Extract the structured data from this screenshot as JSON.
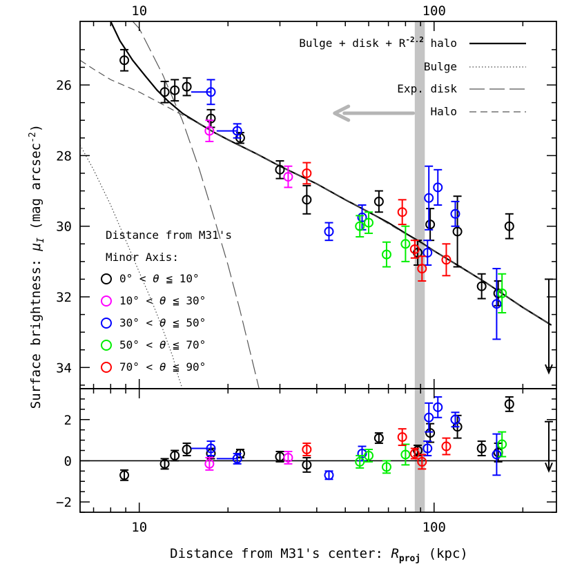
{
  "chart_data": {
    "type": "scatter",
    "xlabel_prefix": "Distance from M31's center: ",
    "xlabel_symbol": "R",
    "xlabel_sub": "proj",
    "xlabel_suffix": " (kpc)",
    "ylabel_prefix": "Surface brightness: ",
    "ylabel_symbol": "μ",
    "ylabel_sub": "I",
    "ylabel_suffix": " (mag arcsec",
    "ylabel_sup": "-2",
    "ylabel_end": ")",
    "x_scale": "log",
    "xlim": [
      6.3,
      260
    ],
    "x_tick_labels": [
      "10",
      "100"
    ],
    "top_x_tick_labels": [
      "10",
      "100"
    ],
    "main_panel": {
      "ylim_top": 24.2,
      "ylim_bottom": 34.6,
      "y_ticks": [
        26,
        28,
        30,
        32,
        34
      ],
      "y_tick_labels": [
        "26",
        "28",
        "30",
        "32",
        "34"
      ]
    },
    "residual_panel": {
      "ylim": [
        -2.5,
        3.5
      ],
      "y_ticks": [
        -2,
        0,
        2
      ],
      "y_tick_labels": [
        "−2",
        "0",
        "2"
      ],
      "zero_line": true
    },
    "shaded_band": {
      "x_from": 86,
      "x_to": 93,
      "color": "#c4c4c4"
    },
    "arrow_annotation": {
      "direction": "left",
      "x_from": 85,
      "x_to": 46,
      "y": 26.8,
      "color": "#b5b5b5"
    },
    "legend": {
      "placement": "top-right",
      "entries": [
        {
          "label_main": "Bulge + disk + R",
          "label_sup": "-2.2",
          "label_end": " halo",
          "style": "solid"
        },
        {
          "label_main": "Bulge",
          "label_sup": "",
          "label_end": "",
          "style": "dotted"
        },
        {
          "label_main": "Exp. disk",
          "label_sup": "",
          "label_end": "",
          "style": "long-dash"
        },
        {
          "label_main": "Halo",
          "label_sup": "",
          "label_end": "",
          "style": "short-dash"
        }
      ]
    },
    "group_legend": {
      "placement": "lower-left",
      "title_line1": "Distance from M31's",
      "title_line2": "Minor Axis:",
      "entries": [
        {
          "key": "g1",
          "color": "#000000",
          "lo": "0°",
          "hi": "10°"
        },
        {
          "key": "g2",
          "color": "#ff00ff",
          "lo": "10°",
          "hi": "30°"
        },
        {
          "key": "g3",
          "color": "#0000ff",
          "lo": "30°",
          "hi": "50°"
        },
        {
          "key": "g4",
          "color": "#00ee00",
          "lo": "50°",
          "hi": "70°"
        },
        {
          "key": "g5",
          "color": "#ff0000",
          "lo": "70°",
          "hi": "90°"
        }
      ],
      "operator_lt": " < ",
      "operator_le": " ≦ ",
      "theta": "θ"
    },
    "model_curves": [
      {
        "name": "total",
        "style": "solid",
        "points": [
          [
            8.0,
            24.2
          ],
          [
            8.6,
            24.75
          ],
          [
            9.5,
            25.3
          ],
          [
            10.5,
            25.75
          ],
          [
            11.5,
            26.15
          ],
          [
            12.5,
            26.45
          ],
          [
            14,
            26.8
          ],
          [
            16,
            27.1
          ],
          [
            18,
            27.35
          ],
          [
            20,
            27.55
          ],
          [
            25,
            27.95
          ],
          [
            30,
            28.3
          ],
          [
            40,
            28.8
          ],
          [
            50,
            29.25
          ],
          [
            60,
            29.6
          ],
          [
            70,
            29.9
          ],
          [
            80,
            30.2
          ],
          [
            90,
            30.45
          ],
          [
            100,
            30.7
          ],
          [
            120,
            31.1
          ],
          [
            150,
            31.6
          ],
          [
            200,
            32.3
          ],
          [
            250,
            32.8
          ]
        ]
      },
      {
        "name": "bulge",
        "style": "dotted",
        "points": [
          [
            6.3,
            27.7
          ],
          [
            7,
            28.4
          ],
          [
            8,
            29.4
          ],
          [
            9,
            30.4
          ],
          [
            10,
            31.3
          ],
          [
            11,
            32.1
          ],
          [
            12,
            32.9
          ],
          [
            13,
            33.7
          ],
          [
            13.5,
            34.2
          ],
          [
            14,
            34.6
          ]
        ]
      },
      {
        "name": "disk",
        "style": "long-dash",
        "points": [
          [
            9.5,
            24.2
          ],
          [
            10,
            24.4
          ],
          [
            12,
            25.7
          ],
          [
            14,
            27.0
          ],
          [
            16,
            28.4
          ],
          [
            18,
            29.8
          ],
          [
            20,
            31.1
          ],
          [
            22,
            32.4
          ],
          [
            24,
            33.7
          ],
          [
            25.5,
            34.6
          ]
        ]
      },
      {
        "name": "halo",
        "style": "short-dash",
        "points": [
          [
            6.3,
            25.3
          ],
          [
            7,
            25.55
          ],
          [
            8,
            25.85
          ],
          [
            10,
            26.2
          ],
          [
            12,
            26.55
          ],
          [
            14,
            26.85
          ],
          [
            16,
            27.1
          ],
          [
            18,
            27.35
          ],
          [
            20,
            27.55
          ],
          [
            25,
            27.95
          ],
          [
            30,
            28.3
          ],
          [
            40,
            28.8
          ],
          [
            60,
            29.6
          ],
          [
            100,
            30.7
          ],
          [
            150,
            31.6
          ],
          [
            200,
            32.3
          ],
          [
            250,
            32.8
          ]
        ]
      }
    ],
    "series": [
      {
        "group": "g1",
        "points": [
          {
            "x": 8.9,
            "y": 25.3,
            "err": 0.3,
            "res": -0.7,
            "res_err": 0.25
          },
          {
            "x": 12.2,
            "y": 26.2,
            "err": 0.3,
            "res": -0.15,
            "res_err": 0.25
          },
          {
            "x": 13.2,
            "y": 26.15,
            "err": 0.3,
            "res": 0.25,
            "res_err": 0.25
          },
          {
            "x": 14.5,
            "y": 26.05,
            "err": 0.25,
            "res": 0.55,
            "res_err": 0.3
          },
          {
            "x": 17.5,
            "y": 26.95,
            "err": 0.25,
            "res": 0.35,
            "res_err": 0.25
          },
          {
            "x": 22,
            "y": 27.5,
            "err": 0.15,
            "res": 0.35,
            "res_err": 0.2
          },
          {
            "x": 30,
            "y": 28.4,
            "err": 0.25,
            "res": 0.2,
            "res_err": 0.25
          },
          {
            "x": 37,
            "y": 29.25,
            "err": 0.4,
            "res": -0.2,
            "res_err": 0.35
          },
          {
            "x": 65,
            "y": 29.3,
            "err": 0.3,
            "res": 1.1,
            "res_err": 0.25
          },
          {
            "x": 88,
            "y": 30.75,
            "err": 0.35,
            "res": 0.5,
            "res_err": 0.25
          },
          {
            "x": 97,
            "y": 29.95,
            "err": 0.45,
            "res": 1.35,
            "res_err": 0.45
          },
          {
            "x": 120,
            "y": 30.15,
            "err": 1.0,
            "res": 1.65,
            "res_err": 0.55
          },
          {
            "x": 145,
            "y": 31.7,
            "err": 0.35,
            "res": 0.6,
            "res_err": 0.35
          },
          {
            "x": 165,
            "y": 31.9,
            "err": 0.35,
            "res": 0.4,
            "res_err": 0.45
          },
          {
            "x": 180,
            "y": 30.0,
            "err": 0.35,
            "res": 2.75,
            "res_err": 0.35
          }
        ]
      },
      {
        "group": "g2",
        "points": [
          {
            "x": 17.3,
            "y": 27.3,
            "err": 0.3,
            "res": -0.15,
            "res_err": 0.3
          },
          {
            "x": 32,
            "y": 28.6,
            "err": 0.3,
            "res": 0.15,
            "res_err": 0.3
          }
        ]
      },
      {
        "group": "g3",
        "points": [
          {
            "x": 17.5,
            "y": 26.2,
            "err": 0.35,
            "res": 0.6,
            "res_err": 0.35,
            "xbar_lo": 15,
            "xbar_hi": 17.5
          },
          {
            "x": 21.5,
            "y": 27.3,
            "err": 0.2,
            "res": 0.1,
            "res_err": 0.25,
            "xbar_lo": 18.3,
            "xbar_hi": 21.5
          },
          {
            "x": 44,
            "y": 30.15,
            "err": 0.25,
            "res": -0.7,
            "res_err": 0.2
          },
          {
            "x": 57,
            "y": 29.75,
            "err": 0.35,
            "res": 0.35,
            "res_err": 0.35
          },
          {
            "x": 95,
            "y": 30.75,
            "err": 0.35,
            "res": 0.6,
            "res_err": 0.35
          },
          {
            "x": 96,
            "y": 29.2,
            "err": 0.9,
            "res": 2.1,
            "res_err": 0.7
          },
          {
            "x": 103,
            "y": 28.9,
            "err": 0.5,
            "res": 2.6,
            "res_err": 0.5
          },
          {
            "x": 118,
            "y": 29.65,
            "err": 0.35,
            "res": 2.0,
            "res_err": 0.35
          },
          {
            "x": 163,
            "y": 32.2,
            "err": 1.0,
            "res": 0.3,
            "res_err": 1.0
          }
        ]
      },
      {
        "group": "g4",
        "points": [
          {
            "x": 56,
            "y": 30.0,
            "err": 0.3,
            "res": -0.05,
            "res_err": 0.3
          },
          {
            "x": 60,
            "y": 29.9,
            "err": 0.3,
            "res": 0.25,
            "res_err": 0.3
          },
          {
            "x": 69,
            "y": 30.8,
            "err": 0.35,
            "res": -0.3,
            "res_err": 0.3
          },
          {
            "x": 80,
            "y": 30.5,
            "err": 0.5,
            "res": 0.3,
            "res_err": 0.5
          },
          {
            "x": 170,
            "y": 31.9,
            "err": 0.55,
            "res": 0.8,
            "res_err": 0.6
          }
        ]
      },
      {
        "group": "g5",
        "points": [
          {
            "x": 37,
            "y": 28.5,
            "err": 0.3,
            "res": 0.55,
            "res_err": 0.3
          },
          {
            "x": 78,
            "y": 29.6,
            "err": 0.35,
            "res": 1.15,
            "res_err": 0.4
          },
          {
            "x": 86,
            "y": 30.65,
            "err": 0.25,
            "res": 0.35,
            "res_err": 0.25
          },
          {
            "x": 91,
            "y": 31.2,
            "err": 0.35,
            "res": -0.05,
            "res_err": 0.35
          },
          {
            "x": 110,
            "y": 30.95,
            "err": 0.45,
            "res": 0.7,
            "res_err": 0.4
          }
        ]
      }
    ],
    "upper_limit": {
      "x": 245,
      "y": 31.5,
      "res": 1.9,
      "color": "#000000"
    }
  }
}
